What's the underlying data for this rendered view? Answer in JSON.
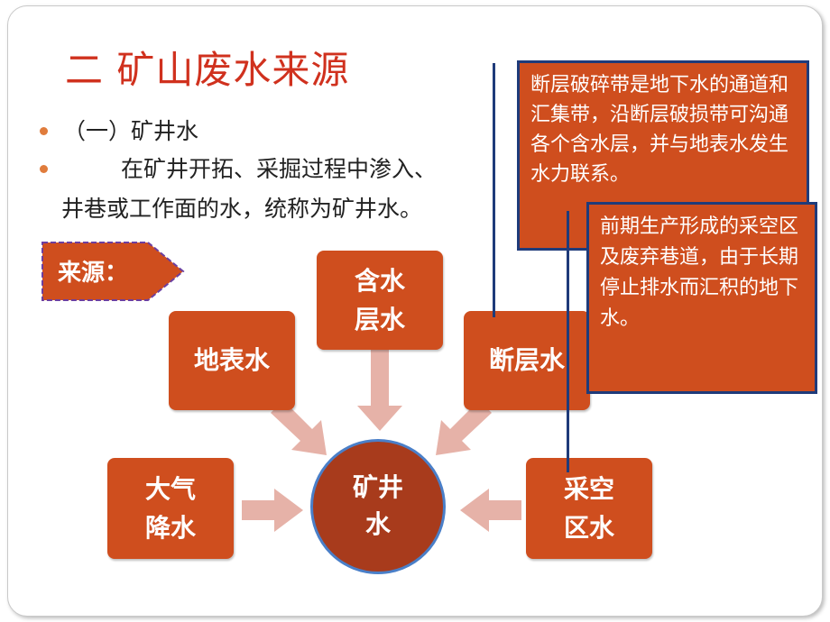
{
  "title": "二 矿山废水来源",
  "bullets": [
    "（一）矿井水",
    "在矿井开拓、采掘过程中渗入、",
    "井巷或工作面的水，统称为矿井水。"
  ],
  "source_label": "来源：",
  "center": {
    "line1": "矿井",
    "line2": "水"
  },
  "sources": {
    "surface": "地表水",
    "aquifer": {
      "line1": "含水",
      "line2": "层水"
    },
    "fault": "断层水",
    "rain": {
      "line1": "大气",
      "line2": "降水"
    },
    "goaf": {
      "line1": "采空",
      "line2": "区水"
    }
  },
  "notes": {
    "fault_note": "断层破碎带是地下水的通道和汇集带，沿断层破损带可沟通各个含水层，并与地表水发生水力联系。",
    "goaf_note": "前期生产形成的采空区及废弃巷道，由于长期停止排水而汇积的地下水。"
  },
  "colors": {
    "box": "#cf4e1e",
    "center": "#a83b1c",
    "title": "#d0311e",
    "arrow": "#e6b2a8",
    "line": "#1f3b7a"
  }
}
